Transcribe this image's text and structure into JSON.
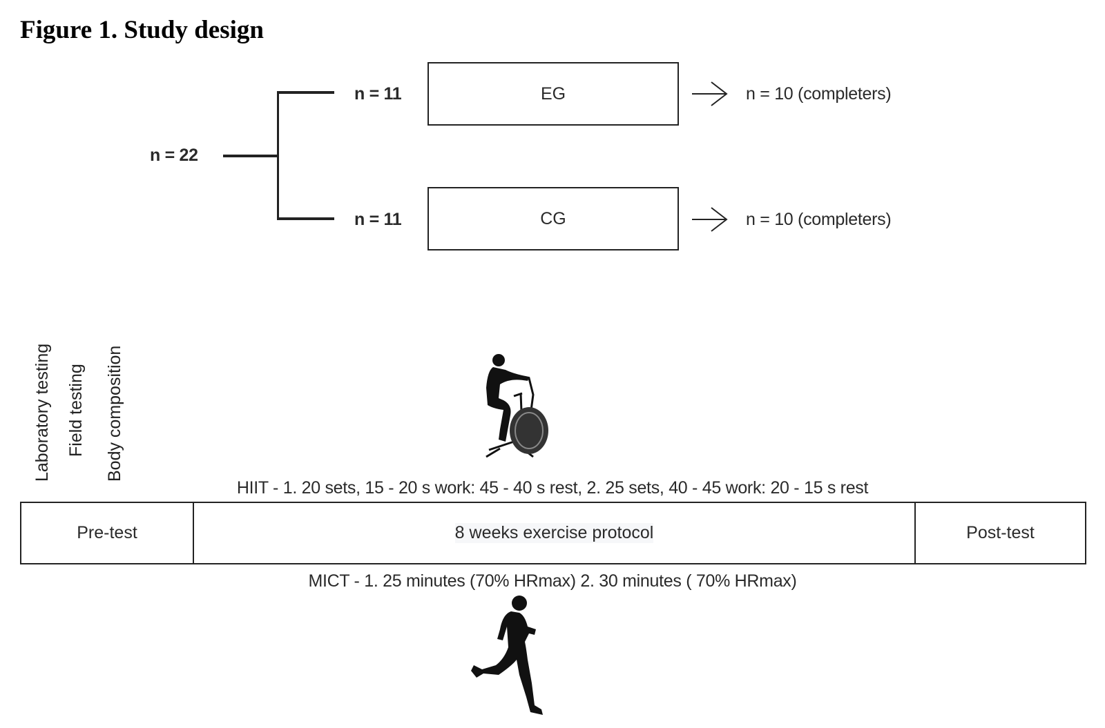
{
  "title": "Figure 1. Study design",
  "allocation": {
    "total": "n = 22",
    "groups": [
      {
        "n": "n = 11",
        "label": "EG",
        "completers": "n = 10 (completers)"
      },
      {
        "n": "n = 11",
        "label": "CG",
        "completers": "n = 10 (completers)"
      }
    ]
  },
  "tests": [
    "Laboratory testing",
    "Field testing",
    "Body composition"
  ],
  "hiit": "HIIT - 1. 20 sets, 15 - 20 s work: 45 - 40 s rest, 2. 25 sets, 40 - 45 work: 20 - 15 s rest",
  "timeline": {
    "pre": "Pre-test",
    "protocol": "8 weeks exercise protocol",
    "post": "Post-test"
  },
  "mict": "MICT - 1. 25 minutes (70% HRmax) 2. 30 minutes ( 70% HRmax)",
  "icons": [
    "air-bike-cyclist-icon",
    "runner-icon"
  ]
}
